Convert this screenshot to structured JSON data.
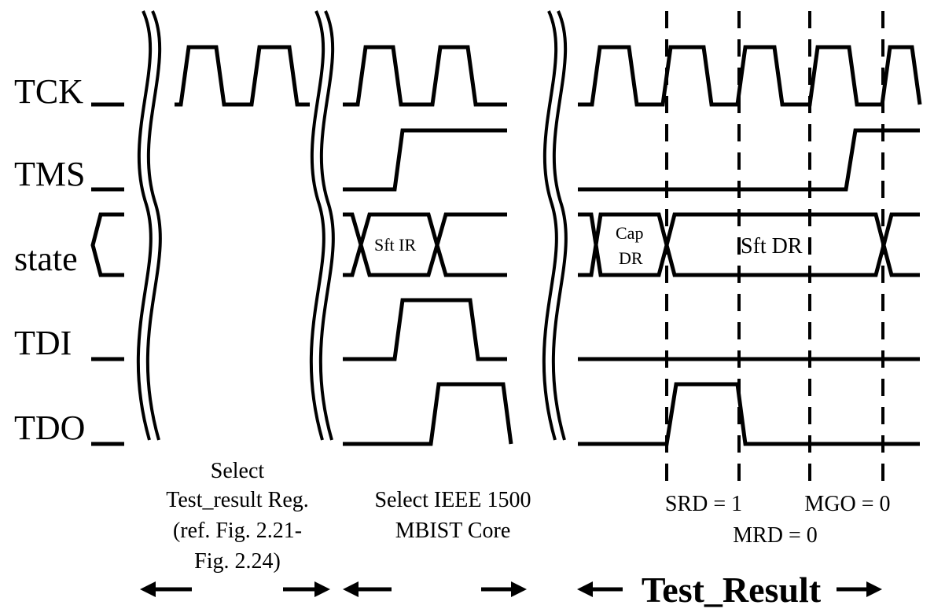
{
  "signals": {
    "tck": "TCK",
    "tms": "TMS",
    "state": "state",
    "tdi": "TDI",
    "tdo": "TDO"
  },
  "states": {
    "sft_ir": "Sft IR",
    "cap_dr_line1": "Cap",
    "cap_dr_line2": "DR",
    "sft_dr": "Sft DR"
  },
  "captions": {
    "select_test_result": [
      "Select",
      "Test_result Reg.",
      "(ref. Fig. 2.21-",
      "Fig. 2.24)"
    ],
    "select_ieee": [
      "Select IEEE 1500",
      "MBIST Core"
    ],
    "srd": "SRD = 1",
    "mgo": "MGO = 0",
    "mrd": "MRD = 0",
    "test_result": "Test_Result"
  }
}
